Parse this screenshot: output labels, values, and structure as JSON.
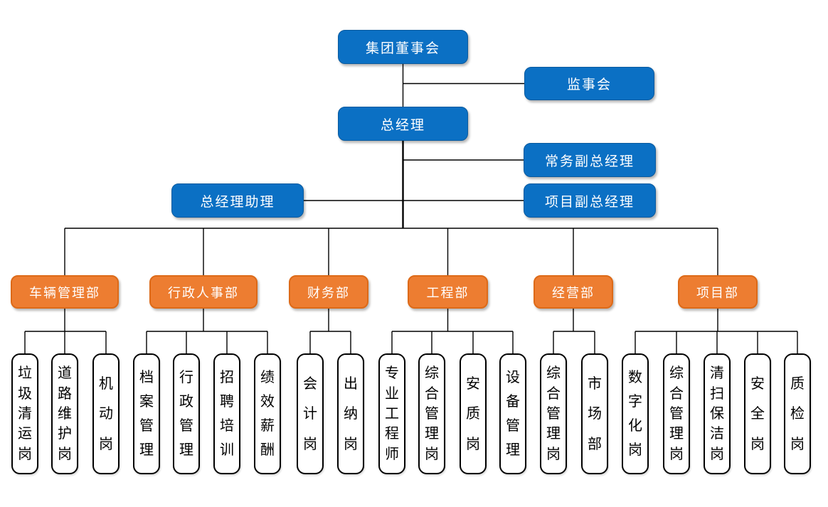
{
  "colors": {
    "executive_fill": "#0B70C4",
    "executive_border": "#0A5A9E",
    "department_fill": "#ED7D31",
    "department_border": "#DD6A18",
    "position_fill": "#FFFFFF",
    "position_border": "#000000",
    "connector": "#000000",
    "text_on_fill": "#FFFFFF",
    "text_on_white": "#000000"
  },
  "org": {
    "board": "集团董事会",
    "supervisory": "监事会",
    "general_manager": "总经理",
    "executive_deputy_gm": "常务副总经理",
    "gm_assistant": "总经理助理",
    "project_deputy_gm": "项目副总经理",
    "departments": [
      {
        "label": "车辆管理部",
        "positions": [
          "垃圾清运岗",
          "道路维护岗",
          "机动岗"
        ]
      },
      {
        "label": "行政人事部",
        "positions": [
          "档案管理",
          "行政管理",
          "招聘培训",
          "绩效薪酬"
        ]
      },
      {
        "label": "财务部",
        "positions": [
          "会计岗",
          "出纳岗"
        ]
      },
      {
        "label": "工程部",
        "positions": [
          "专业工程师",
          "综合管理岗",
          "安质岗",
          "设备管理"
        ]
      },
      {
        "label": "经营部",
        "positions": [
          "综合管理岗",
          "市场部"
        ]
      },
      {
        "label": "项目部",
        "positions": [
          "数字化岗",
          "综合管理岗",
          "清扫保洁岗",
          "安全岗",
          "质检岗"
        ]
      }
    ]
  }
}
